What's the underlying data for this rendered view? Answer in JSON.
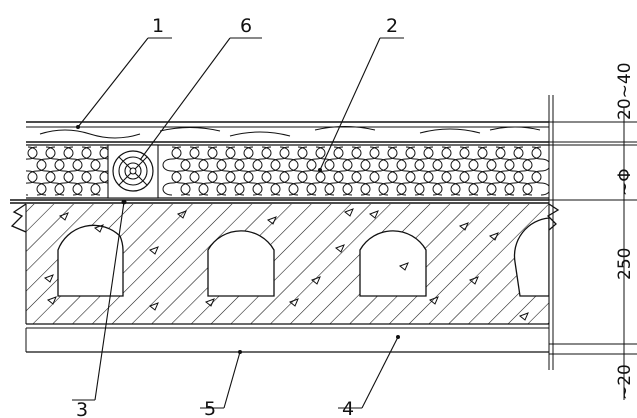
{
  "callouts": [
    {
      "number": "1"
    },
    {
      "number": "6"
    },
    {
      "number": "2"
    },
    {
      "number": "3"
    },
    {
      "number": "5"
    },
    {
      "number": "4"
    }
  ],
  "dimensions": [
    {
      "text": "20~40"
    },
    {
      "text": "~Φ"
    },
    {
      "text": "250"
    },
    {
      "text": "~20"
    }
  ]
}
